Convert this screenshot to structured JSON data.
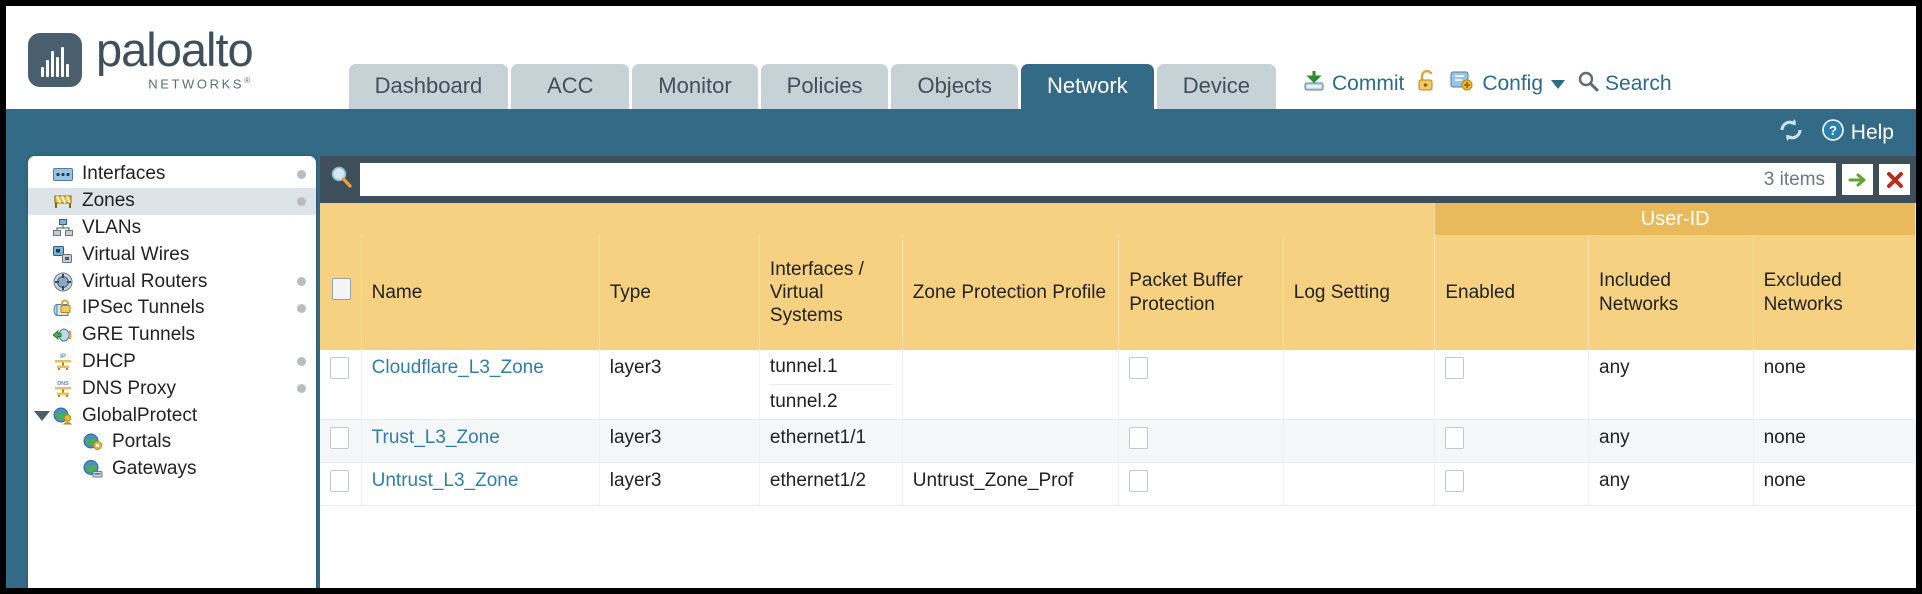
{
  "brand": {
    "name": "paloalto",
    "tagline": "NETWORKS",
    "registered": "®"
  },
  "nav": {
    "tabs": [
      {
        "label": "Dashboard",
        "active": false
      },
      {
        "label": "ACC",
        "active": false
      },
      {
        "label": "Monitor",
        "active": false
      },
      {
        "label": "Policies",
        "active": false
      },
      {
        "label": "Objects",
        "active": false
      },
      {
        "label": "Network",
        "active": true
      },
      {
        "label": "Device",
        "active": false
      }
    ]
  },
  "top_actions": {
    "commit": "Commit",
    "lock_icon": "padlock-icon",
    "config": "Config",
    "search": "Search"
  },
  "blueband": {
    "refresh_icon": "refresh-icon",
    "help": "Help"
  },
  "sidebar": {
    "items": [
      {
        "label": "Interfaces",
        "icon": "interfaces-icon",
        "selected": false,
        "dot": true,
        "child": false,
        "expander": false
      },
      {
        "label": "Zones",
        "icon": "zones-icon",
        "selected": true,
        "dot": true,
        "child": false,
        "expander": false
      },
      {
        "label": "VLANs",
        "icon": "vlans-icon",
        "selected": false,
        "dot": false,
        "child": false,
        "expander": false
      },
      {
        "label": "Virtual Wires",
        "icon": "virtual-wires-icon",
        "selected": false,
        "dot": false,
        "child": false,
        "expander": false
      },
      {
        "label": "Virtual Routers",
        "icon": "virtual-routers-icon",
        "selected": false,
        "dot": true,
        "child": false,
        "expander": false
      },
      {
        "label": "IPSec Tunnels",
        "icon": "ipsec-tunnels-icon",
        "selected": false,
        "dot": true,
        "child": false,
        "expander": false
      },
      {
        "label": "GRE Tunnels",
        "icon": "gre-tunnels-icon",
        "selected": false,
        "dot": false,
        "child": false,
        "expander": false
      },
      {
        "label": "DHCP",
        "icon": "dhcp-icon",
        "selected": false,
        "dot": true,
        "child": false,
        "expander": false
      },
      {
        "label": "DNS Proxy",
        "icon": "dns-proxy-icon",
        "selected": false,
        "dot": true,
        "child": false,
        "expander": false
      },
      {
        "label": "GlobalProtect",
        "icon": "globalprotect-icon",
        "selected": false,
        "dot": false,
        "child": false,
        "expander": true
      },
      {
        "label": "Portals",
        "icon": "portals-icon",
        "selected": false,
        "dot": false,
        "child": true,
        "expander": false
      },
      {
        "label": "Gateways",
        "icon": "gateways-icon",
        "selected": false,
        "dot": false,
        "child": true,
        "expander": false
      }
    ]
  },
  "search": {
    "value": "",
    "placeholder": "",
    "item_count": "3 items",
    "apply_icon": "green-arrow-icon",
    "clear_icon": "red-x-icon"
  },
  "table": {
    "group_header": "User-ID",
    "columns": [
      "Name",
      "Type",
      "Interfaces / Virtual Systems",
      "Zone Protection Profile",
      "Packet Buffer Protection",
      "Log Setting",
      "Enabled",
      "Included Networks",
      "Excluded Networks"
    ],
    "rows": [
      {
        "selected": false,
        "name": "Cloudflare_L3_Zone",
        "type": "layer3",
        "interfaces": [
          "tunnel.1",
          "tunnel.2"
        ],
        "zone_protection_profile": "",
        "packet_buffer_protection": false,
        "log_setting": "",
        "userid_enabled": false,
        "included_networks": "any",
        "excluded_networks": "none"
      },
      {
        "selected": false,
        "name": "Trust_L3_Zone",
        "type": "layer3",
        "interfaces": [
          "ethernet1/1"
        ],
        "zone_protection_profile": "",
        "packet_buffer_protection": false,
        "log_setting": "",
        "userid_enabled": false,
        "included_networks": "any",
        "excluded_networks": "none"
      },
      {
        "selected": false,
        "name": "Untrust_L3_Zone",
        "type": "layer3",
        "interfaces": [
          "ethernet1/2"
        ],
        "zone_protection_profile": "Untrust_Zone_Prof",
        "packet_buffer_protection": false,
        "log_setting": "",
        "userid_enabled": false,
        "included_networks": "any",
        "excluded_networks": "none"
      }
    ]
  },
  "colors": {
    "brand_blue": "#336b87",
    "panel_dark": "#3e4f5c",
    "header_yellow": "#f6d181",
    "group_yellow": "#e8ba5b",
    "link_blue": "#2f7fa8"
  }
}
